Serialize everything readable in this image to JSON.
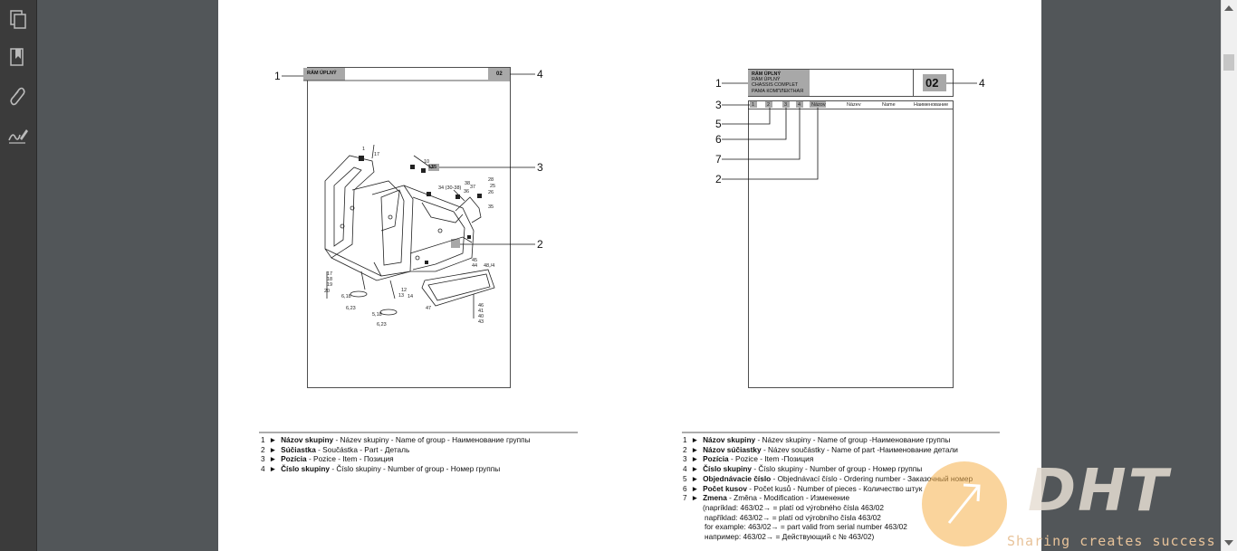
{
  "left_toolbar": {
    "buttons": [
      {
        "name": "pages-thumbnail-icon"
      },
      {
        "name": "bookmark-icon"
      },
      {
        "name": "attachment-icon"
      },
      {
        "name": "signature-icon"
      }
    ]
  },
  "left_page": {
    "header_title": "RÁM ÚPLNÝ",
    "header_number": "02",
    "callouts": [
      "1",
      "4",
      "3",
      "2"
    ],
    "drawing_labels": [
      "1",
      "17",
      "10",
      "13",
      "15",
      "34 (30-38)",
      "38",
      "37",
      "36",
      "28",
      "26",
      "25",
      "35",
      "45",
      "44",
      "48,/4",
      "17",
      "18",
      "19",
      "20",
      "6,18",
      "6,23",
      "5,18",
      "6,23",
      "12",
      "13",
      "14",
      "47",
      "46",
      "41",
      "40",
      "43"
    ],
    "legend": [
      {
        "num": "1",
        "bold": "Názov skupiny",
        "rest": " - Název skupiny - Name of group - Наименование группы"
      },
      {
        "num": "2",
        "bold": "Súčiastka",
        "rest": " - Součástka - Part - Деталь"
      },
      {
        "num": "3",
        "bold": "Pozícia",
        "rest": " - Pozice - Item - Позиция"
      },
      {
        "num": "4",
        "bold": "Číslo skupiny",
        "rest": " - Číslo skupiny - Number of group - Номер группы"
      }
    ]
  },
  "right_page": {
    "header_lines": [
      "RÁM ÚPLNÝ",
      "RÁM ÚPLNÝ",
      "CHASSIS COMPLET",
      "РАМА КОМПЛЕКТНАЯ"
    ],
    "header_number": "02",
    "columns": [
      "1",
      "2",
      "3",
      "4",
      "Názov",
      "Název",
      "Name",
      "Наименование"
    ],
    "callouts": [
      "1",
      "4",
      "3",
      "5",
      "6",
      "7",
      "2"
    ],
    "legend": [
      {
        "num": "1",
        "bold": "Názov skupiny",
        "rest": " - Název skupiny - Name of group -Наименование группы"
      },
      {
        "num": "2",
        "bold": "Názov súčiastky",
        "rest": " - Název součástky - Name of part -Наименование детали"
      },
      {
        "num": "3",
        "bold": "Pozícia",
        "rest": " - Pozice - Item -Позиция"
      },
      {
        "num": "4",
        "bold": "Číslo skupiny",
        "rest": " - Číslo skupiny - Number of group - Номер группы"
      },
      {
        "num": "5",
        "bold": "Objednávacie číslo",
        "rest": " - Objednávací číslo - Ordering number - Заказочный номер"
      },
      {
        "num": "6",
        "bold": "Počet kusov",
        "rest": " - Počet kusů - Number of pieces - Количество штук"
      },
      {
        "num": "7",
        "bold": "Zmena",
        "rest": " - Změna - Modification - Изменение"
      }
    ],
    "examples": [
      "(napríklad: 463/02→ = platí od výrobného čísla 463/02",
      "například: 463/02→ = platí od výrobního čísla 463/02",
      "for example: 463/02→ = part valid from serial number 463/02",
      "например: 463/02→ = Действующий с № 463/02)"
    ]
  },
  "watermark": {
    "logo": "DHT",
    "tagline": "Sharing creates success"
  },
  "colors": {
    "viewer_bg": "#525659",
    "toolbar_bg": "#3b3b3b",
    "header_gray": "#a8a8a8",
    "watermark_orange": "#f5b04a"
  }
}
